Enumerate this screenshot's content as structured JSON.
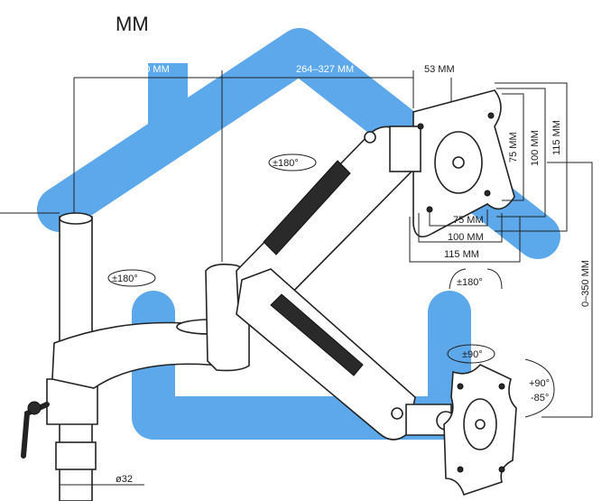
{
  "unit_label": "MM",
  "dimensions": {
    "arm_reach": "210 MM",
    "extension": "264–327 MM",
    "plate_offset": "53 MM",
    "vesa_75_v": "75 MM",
    "vesa_100_v": "100 MM",
    "vesa_115_v": "115 MM",
    "vesa_75_h": "75 MM",
    "vesa_100_h": "100 MM",
    "vesa_115_h": "115 MM",
    "height_range": "0–350 MM",
    "pole_diameter": "ø32"
  },
  "rotations": {
    "arm_upper": "±180°",
    "arm_lower": "±180°",
    "plate_rotate": "±180°",
    "swivel": "±90°",
    "tilt_up": "+90°",
    "tilt_down": "-85°"
  },
  "colors": {
    "watermark": "#4a9fe8",
    "line": "#222222"
  }
}
